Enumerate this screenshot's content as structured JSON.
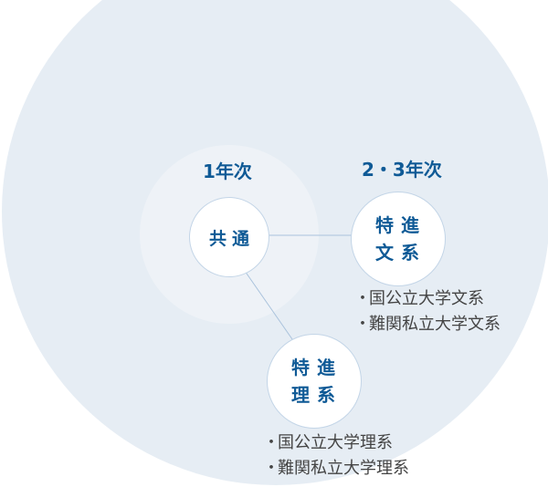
{
  "years": {
    "first": "1年次",
    "second_third": "2・3年次"
  },
  "nodes": {
    "common": "共通",
    "bunkei": {
      "line1": "特進",
      "line2": "文系"
    },
    "rikei": {
      "line1": "特進",
      "line2": "理系"
    }
  },
  "targets": {
    "bunkei": [
      "国公立大学文系",
      "難関私立大学文系"
    ],
    "rikei": [
      "国公立大学理系",
      "難関私立大学理系"
    ]
  },
  "colors": {
    "outer_circle": "#e6edf4",
    "inner_circle": "#eef2f7",
    "node_text": "#0f5a96",
    "node_border": "#c3d5e7",
    "connector": "#a9c2dc",
    "list_text": "#444444"
  }
}
